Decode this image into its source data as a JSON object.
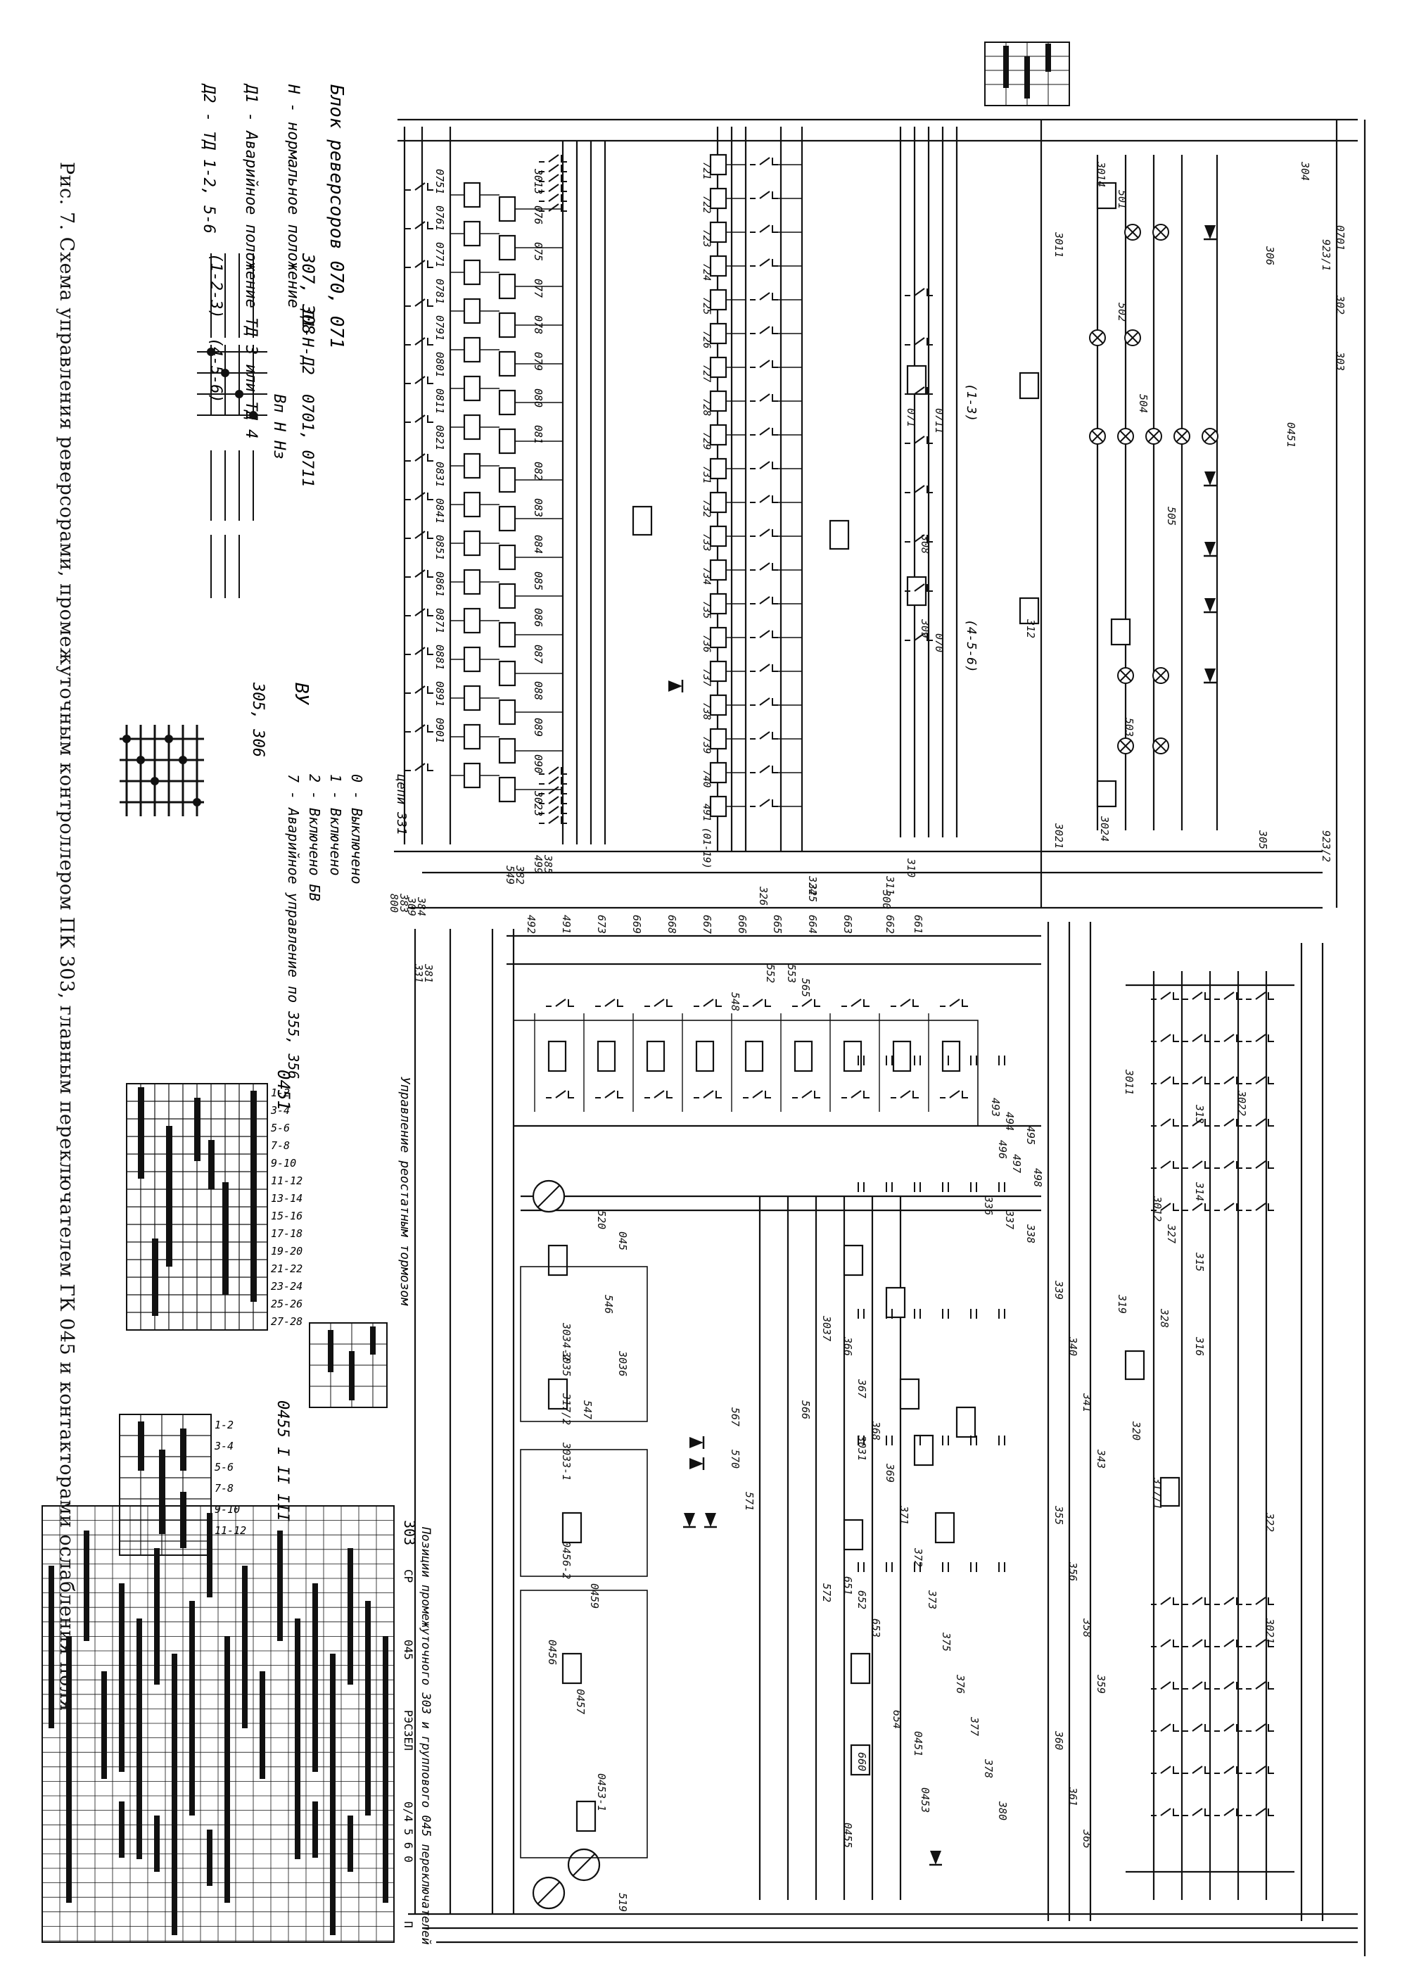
{
  "caption": "Рис. 7. Схема управления реверсорами, промежуточным контроллером ПК 303, главным переключателем ГК 045 и контакторами ослабления поля",
  "legend": {
    "block_title": "Блок реверсоров 070, 071",
    "normal": "Н - нормальное положение",
    "avar1": "Д1 - Аварийное положение ТД 3 или ТД 4",
    "avar2": "Д2 - ТД 1-2, 5-6",
    "group1": "(1-2-3)",
    "group2": "(4-5-6)",
    "relays_label": "307, 308",
    "pos_label": "Д1-Н-Д2",
    "block0710": "0701, 0711",
    "vn": "Вп Н Нз"
  },
  "vu": {
    "title": "ВУ",
    "relays": "305, 306",
    "states": [
      "0 - Выключено",
      "1 - Включено",
      "2 - Включено БВ",
      "7 - Аварийное управление по 355, 356"
    ]
  },
  "relay_labels": [
    "3013",
    "076",
    "075",
    "077",
    "078",
    "079",
    "080",
    "081",
    "082",
    "083",
    "084",
    "085",
    "086",
    "087",
    "088",
    "089",
    "090",
    "3023",
    "0751",
    "0761",
    "0771",
    "0781",
    "0791",
    "0801",
    "0811",
    "0821",
    "0831",
    "0841",
    "0851",
    "0861",
    "0871",
    "0881",
    "0891",
    "0901"
  ],
  "wire_labels": [
    "331",
    "549",
    "800",
    "309",
    "499",
    "311",
    "300",
    "310",
    "305",
    "306",
    "304",
    "302",
    "303",
    "923/1",
    "923/2",
    "3014",
    "3024",
    "3021",
    "3011",
    "312",
    "501",
    "502",
    "503",
    "504",
    "505",
    "0451",
    "0701",
    "0711",
    "070",
    "071",
    "308",
    "309",
    "313",
    "314",
    "315",
    "316",
    "324",
    "325",
    "326",
    "327",
    "328",
    "319",
    "320",
    "322",
    "3021",
    "3022",
    "3011",
    "3012",
    "317/1",
    "317/2",
    "3033-1",
    "3034-2",
    "3035",
    "3036",
    "3037",
    "3031",
    "0451",
    "0453",
    "0455",
    "0456",
    "0457",
    "0459",
    "0456-2",
    "0453-1",
    "045",
    "519",
    "520",
    "546",
    "547",
    "548",
    "552",
    "553",
    "565",
    "566",
    "567",
    "570",
    "571",
    "572",
    "651",
    "652",
    "653",
    "654",
    "660",
    "661",
    "662",
    "663",
    "664",
    "665",
    "666",
    "667",
    "668",
    "669",
    "673",
    "491",
    "492",
    "493",
    "494",
    "495",
    "496",
    "497",
    "498",
    "336",
    "337",
    "338",
    "339",
    "340",
    "341",
    "343",
    "355",
    "356",
    "358",
    "359",
    "360",
    "361",
    "365",
    "366",
    "367",
    "368",
    "369",
    "371",
    "372",
    "373",
    "375",
    "376",
    "377",
    "378",
    "380",
    "381",
    "382",
    "383",
    "384",
    "385"
  ],
  "drum_labels": [
    "721",
    "722",
    "723",
    "724",
    "725",
    "726",
    "727",
    "728",
    "729",
    "731",
    "732",
    "733",
    "734",
    "735",
    "736",
    "737",
    "738",
    "739",
    "740",
    "491 (01-19)"
  ],
  "side_notes": [
    "цепи 331",
    "Управление реостатным тормозом",
    "(1-3)",
    "(4-5-6)"
  ],
  "ck045": {
    "title": "0451",
    "rows": [
      "1-2",
      "3-4",
      "5-6",
      "7-8",
      "9-10",
      "11-12",
      "13-14",
      "15-16",
      "17-18",
      "19-20",
      "21-22",
      "23-24",
      "25-26",
      "27-28"
    ]
  },
  "ck0455": {
    "title": "0455 I II III",
    "rows": [
      "1-2",
      "3-4",
      "5-6",
      "7-8",
      "9-10",
      "11-12"
    ]
  },
  "table303": {
    "title": "303",
    "header": [
      "СР",
      "045",
      "РЭСЗЕЛ",
      "0/4 5 6 0",
      "П"
    ],
    "footer": "Позиции промежуточного 303 и группового 045 переключателей"
  }
}
